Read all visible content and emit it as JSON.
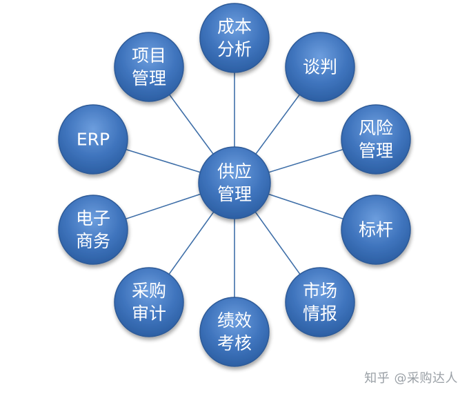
{
  "diagram": {
    "center": {
      "lines": [
        "供应",
        "管理"
      ]
    },
    "nodes": [
      {
        "id": "cost-analysis",
        "lines": [
          "成本",
          "分析"
        ]
      },
      {
        "id": "negotiation",
        "lines": [
          "谈判"
        ]
      },
      {
        "id": "risk-management",
        "lines": [
          "风险",
          "管理"
        ]
      },
      {
        "id": "benchmarking",
        "lines": [
          "标杆"
        ]
      },
      {
        "id": "market-intelligence",
        "lines": [
          "市场",
          "情报"
        ]
      },
      {
        "id": "performance-evaluation",
        "lines": [
          "绩效",
          "考核"
        ]
      },
      {
        "id": "procurement-audit",
        "lines": [
          "采购",
          "审计"
        ]
      },
      {
        "id": "e-commerce",
        "lines": [
          "电子",
          "商务"
        ]
      },
      {
        "id": "erp",
        "lines": [
          "ERP"
        ]
      },
      {
        "id": "project-management",
        "lines": [
          "项目",
          "管理"
        ]
      }
    ]
  },
  "colors": {
    "node_fill_light": "#5b8fd0",
    "node_fill_dark": "#2c5fa3",
    "node_stroke": "#2d5a97",
    "spoke": "#3f6fa8",
    "label": "#ffffff"
  },
  "watermark": "知乎 @采购达人"
}
